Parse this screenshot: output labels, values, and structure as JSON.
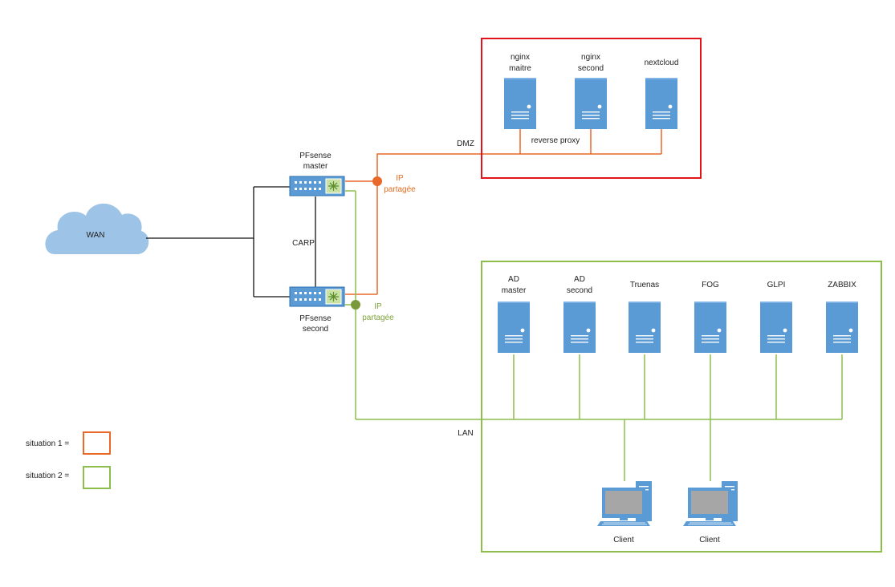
{
  "colors": {
    "orange": "#e8692a",
    "green": "#8cbf4a",
    "red": "#e3131b",
    "server_blue": "#5b9bd5",
    "cloud_blue": "#9dc3e6",
    "black": "#111111"
  },
  "wan": {
    "label": "WAN",
    "icon": "cloud-icon"
  },
  "firewalls": {
    "master": {
      "label_line1": "PFsense",
      "label_line2": "master",
      "icon": "switch-icon"
    },
    "second": {
      "label_line1": "PFsense",
      "label_line2": "second",
      "icon": "switch-icon"
    },
    "carp_label": "CARP"
  },
  "shared_ip": {
    "orange": {
      "line1": "IP",
      "line2": "partagée"
    },
    "green": {
      "line1": "IP",
      "line2": "partagée"
    }
  },
  "dmz": {
    "label": "DMZ",
    "proxy_label": "reverse proxy",
    "servers": [
      {
        "line1": "nginx",
        "line2": "maitre"
      },
      {
        "line1": "nginx",
        "line2": "second"
      },
      {
        "line1": "nextcloud",
        "line2": ""
      }
    ]
  },
  "lan": {
    "label": "LAN",
    "servers": [
      {
        "line1": "AD",
        "line2": "master"
      },
      {
        "line1": "AD",
        "line2": "second"
      },
      {
        "line1": "Truenas",
        "line2": ""
      },
      {
        "line1": "FOG",
        "line2": ""
      },
      {
        "line1": "GLPI",
        "line2": ""
      },
      {
        "line1": "ZABBIX",
        "line2": ""
      }
    ],
    "clients": [
      {
        "label": "Client"
      },
      {
        "label": "Client"
      }
    ]
  },
  "legend": {
    "situation1": "situation 1 =",
    "situation2": "situation 2 ="
  }
}
